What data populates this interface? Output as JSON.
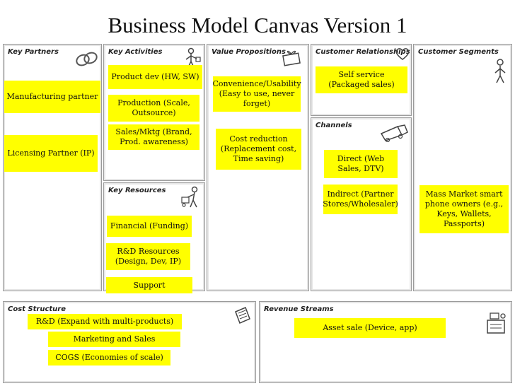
{
  "title": "Business Model Canvas Version 1",
  "sections": {
    "key_partners": "Key Partners",
    "key_activities": "Key Activities",
    "key_resources": "Key Resources",
    "value_propositions": "Value Propositions",
    "customer_relationships": "Customer Relationships",
    "channels": "Channels",
    "customer_segments": "Customer Segments",
    "cost_structure": "Cost Structure",
    "revenue_streams": "Revenue Streams"
  },
  "notes": {
    "key_partners": [
      "Manufacturing partner",
      "Licensing Partner (IP)"
    ],
    "key_activities": [
      "Product dev (HW, SW)",
      "Production (Scale, Outsource)",
      "Sales/Mktg (Brand, Prod. awareness)"
    ],
    "key_resources": [
      "Financial (Funding)",
      "R&D Resources (Design, Dev, IP)",
      "Support"
    ],
    "value_propositions": [
      "Convenience/Usability (Easy to use, never forget)",
      "Cost reduction (Replacement cost, Time saving)"
    ],
    "customer_relationships": [
      "Self service (Packaged sales)"
    ],
    "channels": [
      "Direct (Web Sales, DTV)",
      "Indirect (Partner Stores/Wholesaler)"
    ],
    "customer_segments": [
      "Mass Market smart phone owners (e.g., Keys, Wallets, Passports)"
    ],
    "cost_structure": [
      "R&D (Expand with multi-products)",
      "Marketing and Sales",
      "COGS (Economies of scale)"
    ],
    "revenue_streams": [
      "Asset sale (Device, app)"
    ]
  },
  "icons": {
    "key_partners": "chain-link-icon",
    "key_activities": "worker-icon",
    "value_propositions": "gift-icon",
    "customer_relationships": "heart-icon",
    "customer_segments": "person-icon",
    "channels": "truck-icon",
    "key_resources": "worker-cart-icon",
    "cost_structure": "price-tag-icon",
    "revenue_streams": "cash-register-icon"
  }
}
